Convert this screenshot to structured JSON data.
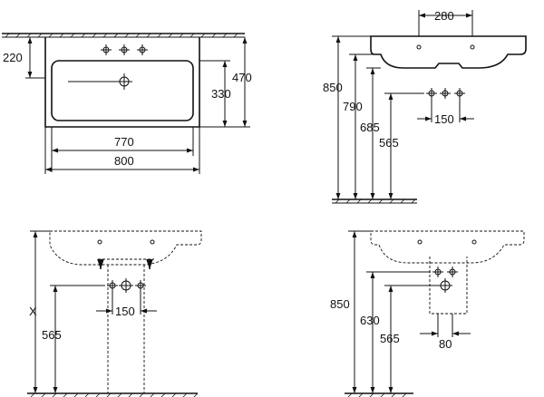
{
  "views": {
    "top": {
      "dims": {
        "tap_offset": "220",
        "bowl_depth": "330",
        "total_depth": "470",
        "bowl_width": "770",
        "total_width": "800"
      }
    },
    "side_standard": {
      "dims": {
        "tap_spacing": "280",
        "rim_height": "850",
        "underside_height": "790",
        "tap_height": "685",
        "waste_height": "565",
        "waste_spacing": "150"
      }
    },
    "front_pedestal": {
      "dims": {
        "variable_height": "X",
        "waste_height": "565",
        "waste_spacing": "150"
      }
    },
    "side_semi_pedestal": {
      "dims": {
        "rim_height": "850",
        "upper_height": "630",
        "waste_height": "565",
        "waste_spacing": "80"
      }
    }
  },
  "colors": {
    "line": "#111111",
    "background": "#ffffff"
  },
  "icons": [
    "fixing-hole-icon",
    "drain-hole-icon",
    "dimension-arrow-icon"
  ]
}
